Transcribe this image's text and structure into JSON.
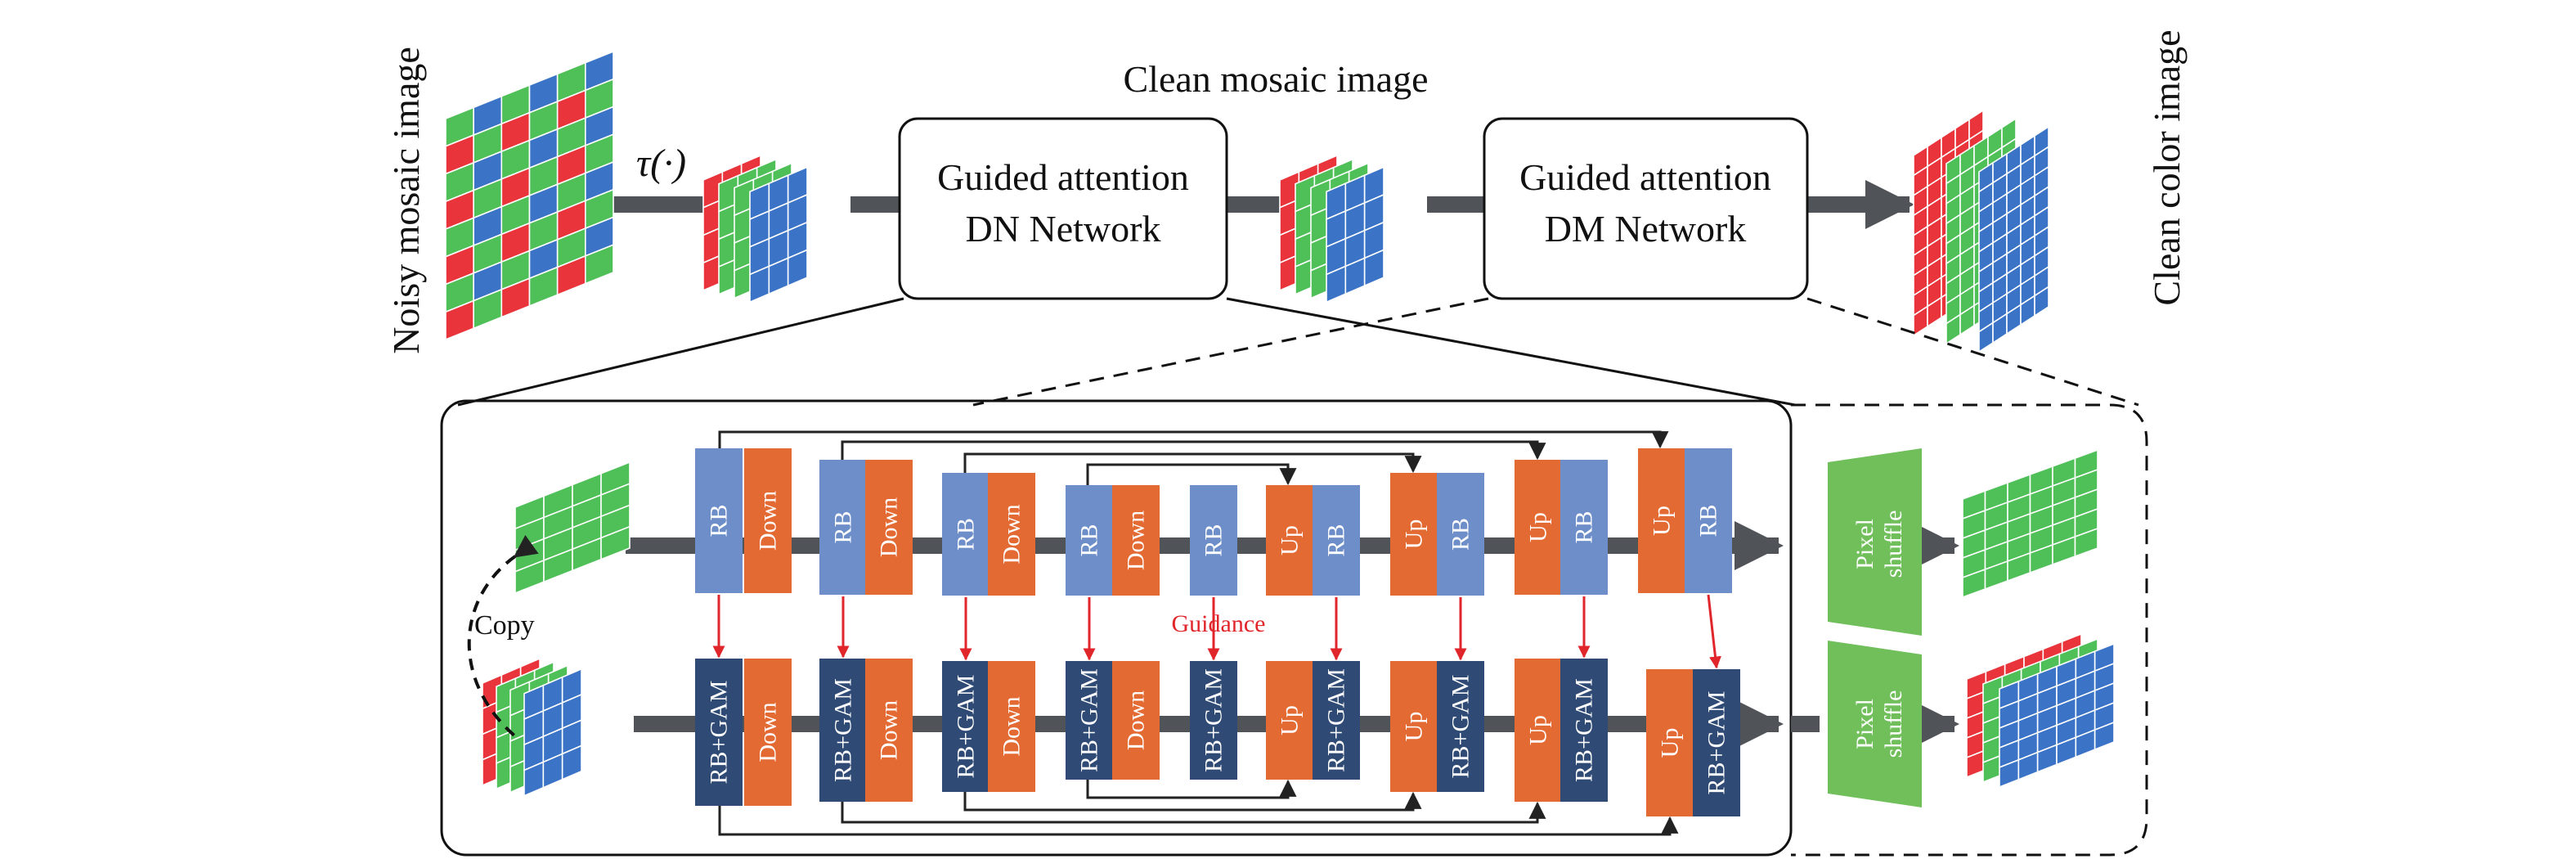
{
  "labels": {
    "noisy_input": "Noisy mosaic image",
    "tau": "τ(·)",
    "clean_mosaic": "Clean mosaic image",
    "clean_color": "Clean color image",
    "copy": "Copy",
    "guidance": "Guidance"
  },
  "networks": {
    "dn_line1": "Guided attention",
    "dn_line2": "DN Network",
    "dm_line1": "Guided attention",
    "dm_line2": "DM Network"
  },
  "blocks": {
    "rb": "RB",
    "down": "Down",
    "up": "Up",
    "rb_gam": "RB+GAM"
  },
  "pixel_shuffle": {
    "line1": "Pixel",
    "line2": "shuffle"
  },
  "colors": {
    "rb_blue": "#6d8ec8",
    "gam_navy": "#2f4a74",
    "orange": "#e46a33",
    "shuffle_green": "#70bf5b",
    "mosaic_red": "#e8343a",
    "mosaic_green": "#4fbf57",
    "mosaic_blue": "#3b74c7",
    "arrow_gray": "#505357",
    "guidance_red": "#e0252b"
  }
}
